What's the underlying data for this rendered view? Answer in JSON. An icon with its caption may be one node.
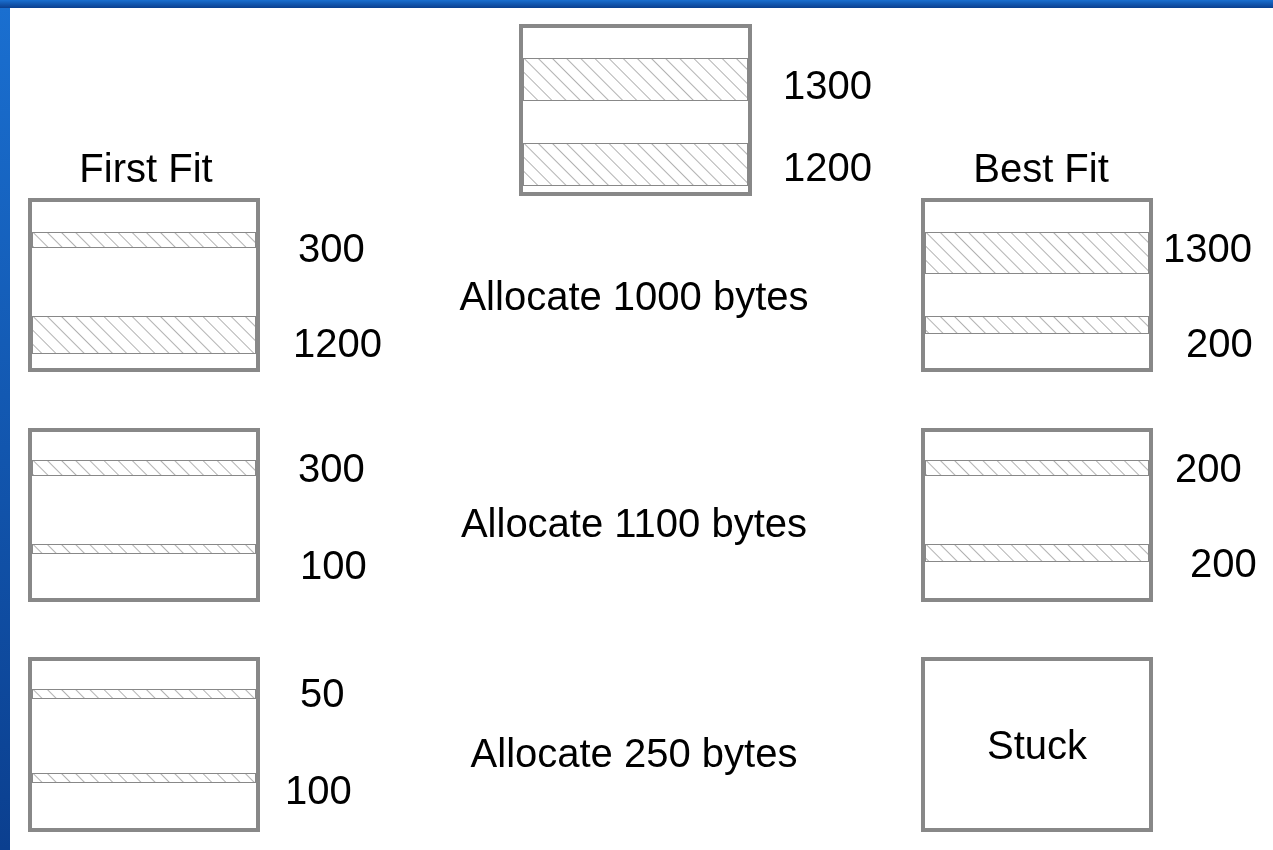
{
  "diagram": {
    "nodes": [
      {
        "text": [],
        "shape": "box"
      },
      {
        "text": [],
        "shape": "bar",
        "in": 0,
        "beside": [
          "1300"
        ]
      },
      {
        "text": [],
        "shape": "bar",
        "in": 0,
        "beside": [
          "1200"
        ]
      },
      {
        "text": [],
        "shape": "box",
        "beside": [
          "First Fit"
        ]
      },
      {
        "text": [],
        "shape": "bar",
        "in": 3,
        "beside": [
          "300"
        ]
      },
      {
        "text": [],
        "shape": "bar",
        "in": 3,
        "beside": [
          "1200"
        ]
      },
      {
        "text": [],
        "shape": "box",
        "beside": [
          "Best Fit"
        ]
      },
      {
        "text": [],
        "shape": "bar",
        "in": 6,
        "beside": [
          "1300"
        ]
      },
      {
        "text": [],
        "shape": "bar",
        "in": 6,
        "beside": [
          "200"
        ]
      },
      {
        "text": [],
        "shape": "box"
      },
      {
        "text": [],
        "shape": "bar",
        "in": 9,
        "beside": [
          "300"
        ]
      },
      {
        "text": [],
        "shape": "bar",
        "in": 9,
        "beside": [
          "100"
        ]
      },
      {
        "text": [],
        "shape": "box"
      },
      {
        "text": [],
        "shape": "bar",
        "in": 12,
        "beside": [
          "200"
        ]
      },
      {
        "text": [],
        "shape": "bar",
        "in": 12,
        "beside": [
          "200"
        ]
      },
      {
        "text": [],
        "shape": "box"
      },
      {
        "text": [],
        "shape": "bar",
        "in": 15,
        "beside": [
          "50"
        ]
      },
      {
        "text": [],
        "shape": "bar",
        "in": 15,
        "beside": [
          "100"
        ]
      },
      {
        "text": [
          "Stuck"
        ]
      }
    ],
    "labels": [
      "Allocate 1000 bytes",
      "Allocate 1100 bytes",
      "Allocate 250 bytes"
    ]
  }
}
